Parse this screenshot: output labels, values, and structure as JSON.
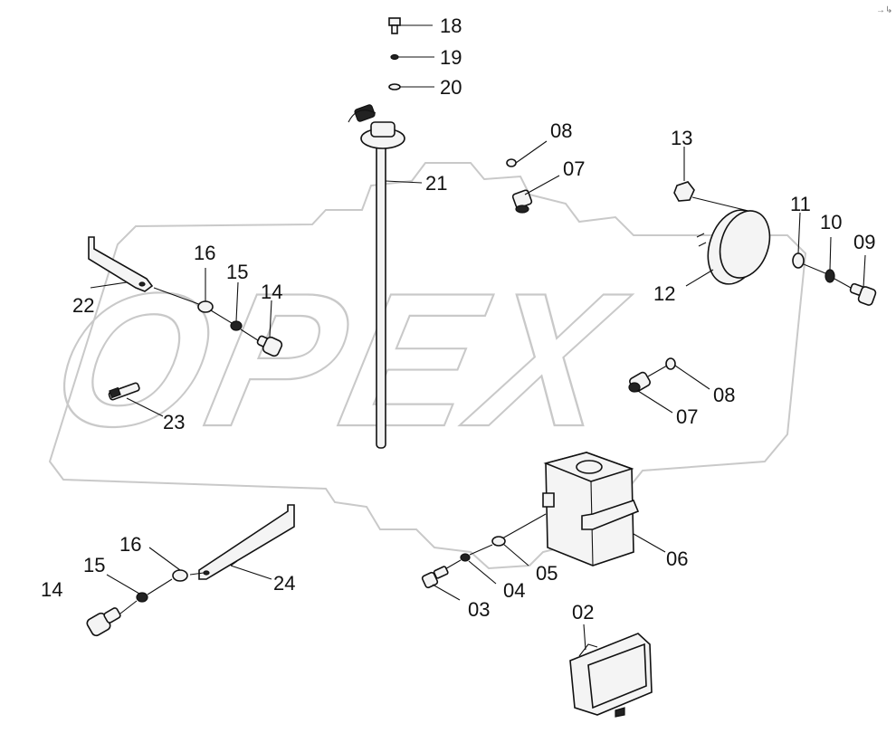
{
  "watermark": {
    "text": "OPEX"
  },
  "corner_mark": "→↳",
  "labels": {
    "l02": "02",
    "l03": "03",
    "l04": "04",
    "l05": "05",
    "l06": "06",
    "l07a": "07",
    "l07b": "07",
    "l08a": "08",
    "l08b": "08",
    "l09": "09",
    "l10": "10",
    "l11": "11",
    "l12": "12",
    "l13": "13",
    "l14a": "14",
    "l14b": "14",
    "l15a": "15",
    "l15b": "15",
    "l16a": "16",
    "l16b": "16",
    "l18": "18",
    "l19": "19",
    "l20": "20",
    "l21": "21",
    "l22": "22",
    "l23": "23",
    "l24": "24"
  }
}
